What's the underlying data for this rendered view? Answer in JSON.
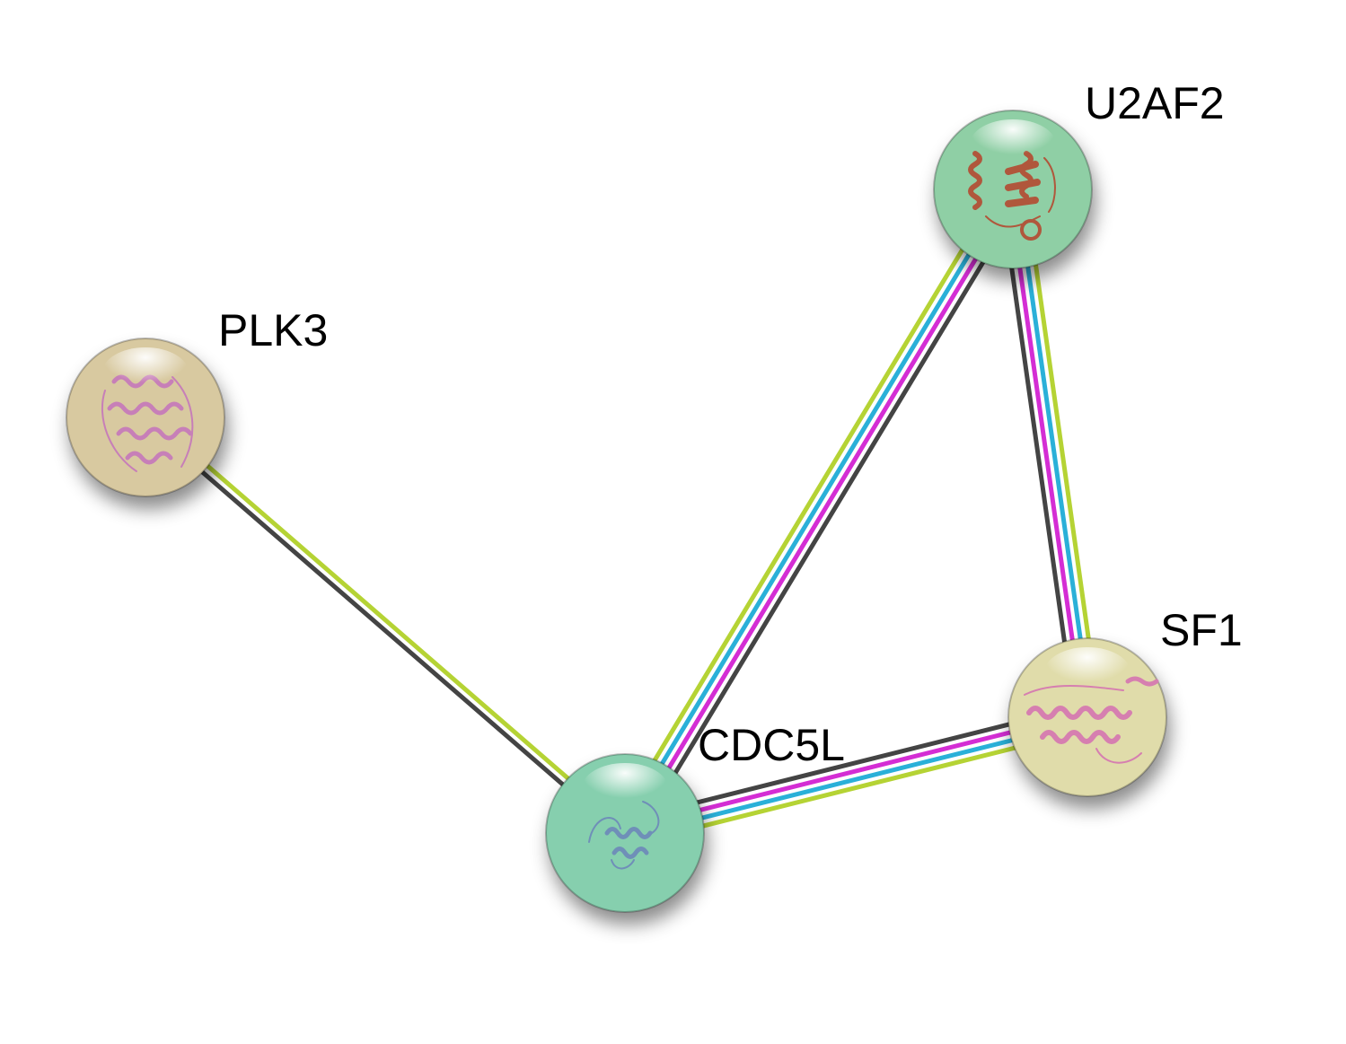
{
  "network": {
    "nodes": [
      {
        "id": "plk3",
        "label": "PLK3",
        "color": "#d8c9a0",
        "structure_color": "#c77fb8"
      },
      {
        "id": "u2af2",
        "label": "U2AF2",
        "color": "#8fcfa5",
        "structure_color": "#b0573c"
      },
      {
        "id": "sf1",
        "label": "SF1",
        "color": "#e0dcaa",
        "structure_color": "#d67fb0"
      },
      {
        "id": "cdc5l",
        "label": "CDC5L",
        "color": "#86cfae",
        "structure_color": "#6f8fb8"
      }
    ],
    "edges": [
      {
        "source": "plk3",
        "target": "cdc5l",
        "evidence": [
          "textmining",
          "coexpression"
        ]
      },
      {
        "source": "cdc5l",
        "target": "u2af2",
        "evidence": [
          "textmining",
          "database",
          "experimental",
          "coexpression"
        ]
      },
      {
        "source": "u2af2",
        "target": "sf1",
        "evidence": [
          "textmining",
          "database",
          "experimental",
          "coexpression"
        ]
      },
      {
        "source": "cdc5l",
        "target": "sf1",
        "evidence": [
          "coexpression",
          "experimental",
          "database",
          "textmining"
        ]
      }
    ],
    "evidence_colors": {
      "textmining": "#b5d334",
      "database": "#2ab0d8",
      "experimental": "#d42dd4",
      "coexpression": "#444444"
    }
  }
}
